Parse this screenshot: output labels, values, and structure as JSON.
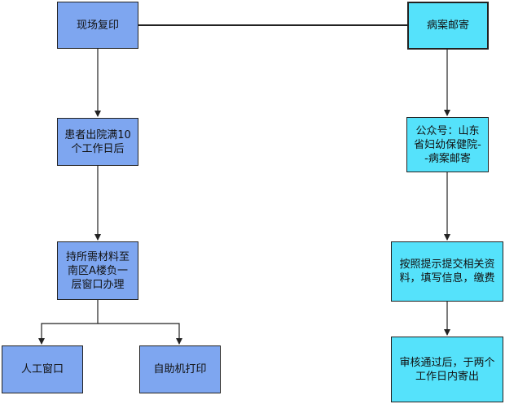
{
  "colors": {
    "left_fill": "#7EA6F0",
    "right_fill": "#55E2FB",
    "stroke": "#222222"
  },
  "nodes": {
    "onsite_copy": "现场复印",
    "after_discharge": "患者出院满10个工作日后",
    "bring_materials": "持所需材料至南区A楼负一层窗口办理",
    "manual_window": "人工窗口",
    "self_service": "自助机打印",
    "mail_records": "病案邮寄",
    "public_account": "公众号：山东省妇幼保健院--病案邮寄",
    "submit_info": "按照提示提交相关资料，填写信息，缴费",
    "review_send": "审核通过后，于两个工作日内寄出"
  }
}
